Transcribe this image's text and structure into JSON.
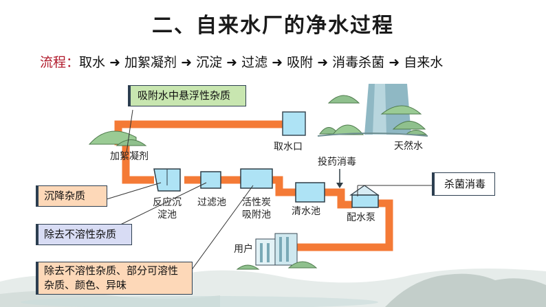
{
  "title": "二、自来水厂的净水过程",
  "flow": {
    "label": "流程：",
    "steps": [
      "取水",
      "加絮凝剂",
      "沉淀",
      "过滤",
      "吸附",
      "消毒杀菌",
      "自来水"
    ],
    "arrow": "➜"
  },
  "callouts": {
    "adsorb": "吸附水中悬浮性杂质",
    "settle": "沉降杂质",
    "filter": "除去不溶性杂质",
    "carbon": "除去不溶性杂质、部分可溶性杂质、颜色、异味",
    "disinfect": "杀菌消毒"
  },
  "diagram_labels": {
    "intake": "取水口",
    "natural_water": "天然水",
    "coagulant": "加絮凝剂",
    "reaction_tank_l1": "反应沉",
    "reaction_tank_l2": "淀池",
    "filter_tank": "过滤池",
    "carbon_tank_l1": "活性炭",
    "carbon_tank_l2": "吸附池",
    "clear_tank": "清水池",
    "dosing": "投药消毒",
    "pump": "配水泵",
    "users": "用户"
  },
  "colors": {
    "pipe": "#f47a36",
    "tank_water": "#aee3f5",
    "green_box": "#c8e6b0",
    "orange_box": "#fdd8b8",
    "purple_box": "#d8dcf4",
    "callout_border": "#2c3e50"
  }
}
